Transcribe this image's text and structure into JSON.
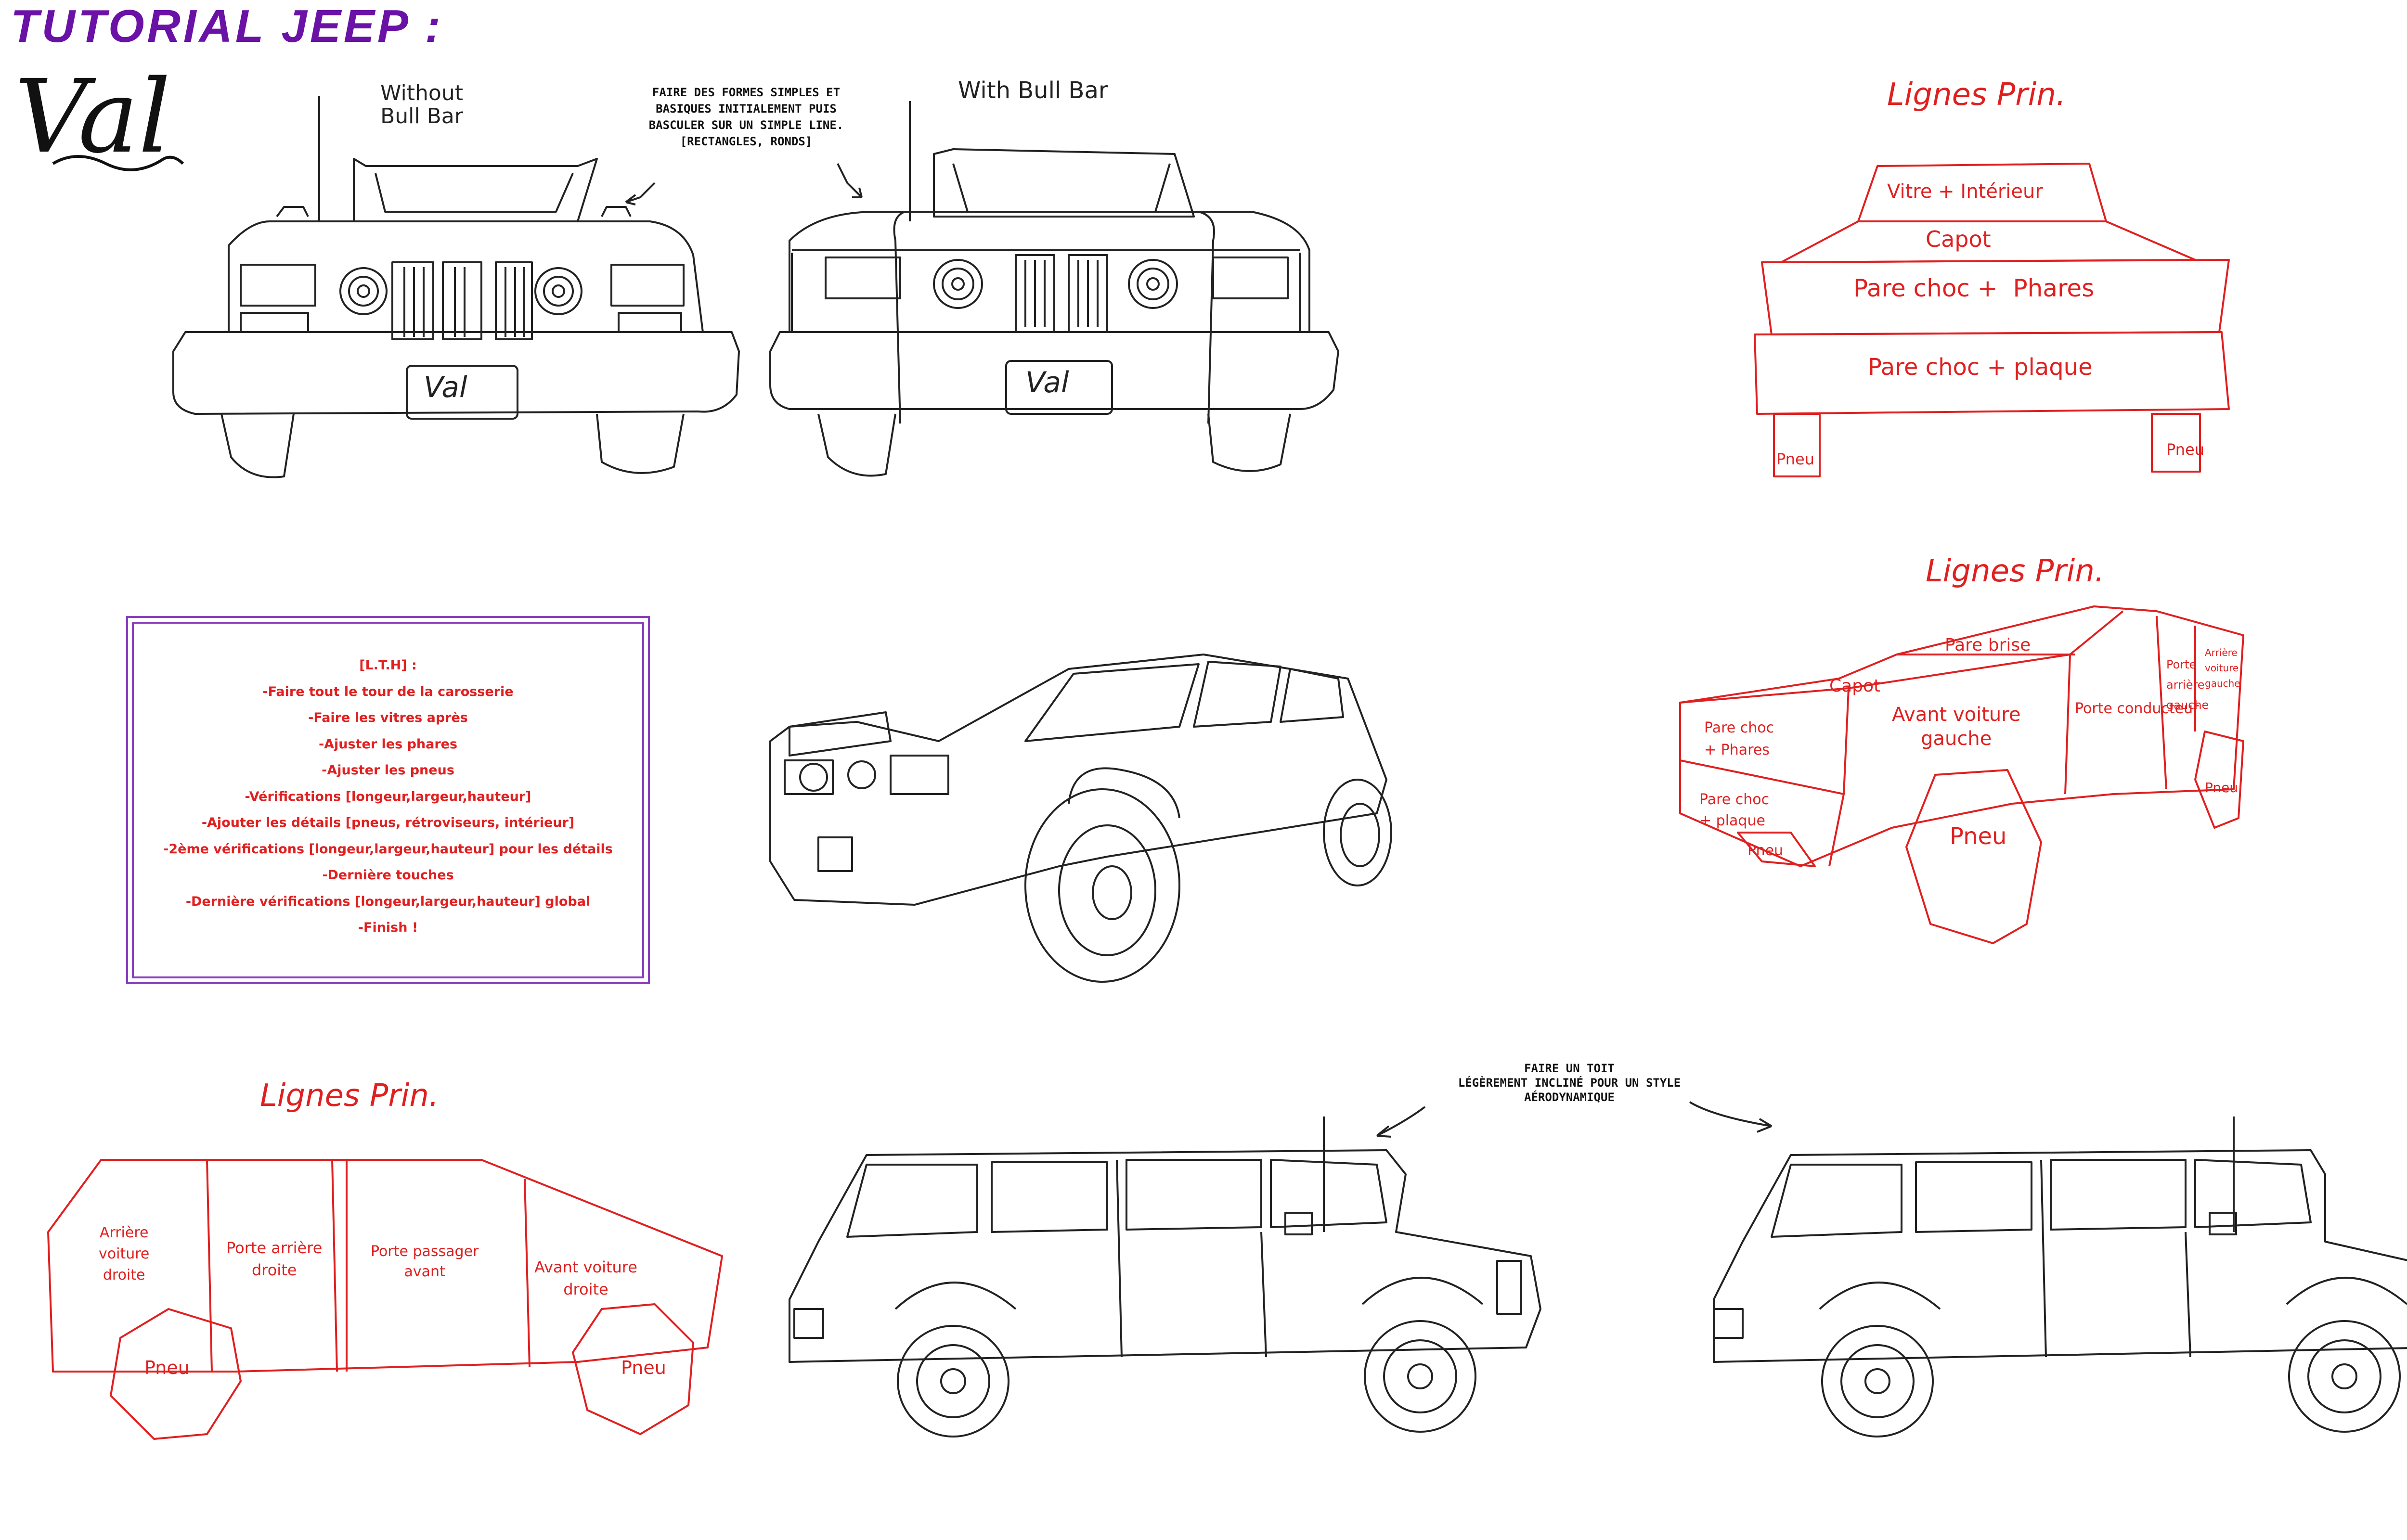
{
  "header": {
    "title": "TUTORIAL JEEP :",
    "signature": "Val"
  },
  "front_views": {
    "without_label": "Without\nBull Bar",
    "with_label": "With Bull Bar",
    "plate_text": "Val",
    "note": "FAIRE DES FORMES SIMPLES ET\nBASIQUES INITIALEMENT PUIS\nBASCULER SUR UN SIMPLE LINE.\n[RECTANGLES, RONDS]"
  },
  "front_schematic": {
    "title": "Lignes Prin.",
    "labels": {
      "vitre": "Vitre + Intérieur",
      "capot": "Capot",
      "pare_choc_phares": "Pare choc +  Phares",
      "pare_choc_plaque": "Pare choc + plaque",
      "pneu_left": "Pneu",
      "pneu_right": "Pneu"
    }
  },
  "checklist": {
    "items": [
      "[L.T.H] :",
      "-Faire tout le tour de la carosserie",
      "-Faire les vitres après",
      "-Ajuster les phares",
      "-Ajuster les pneus",
      "-Vérifications [longeur,largeur,hauteur]",
      "-Ajouter les détails [pneus, rétroviseurs, intérieur]",
      "-2ème vérifications [longeur,largeur,hauteur] pour les détails",
      "-Dernière touches",
      "-Dernière vérifications [longeur,largeur,hauteur] global",
      "-Finish !"
    ]
  },
  "three_quarter_schematic": {
    "title": "Lignes Prin.",
    "labels": {
      "pare_brise": "Pare brise",
      "capot": "Capot",
      "pare_choc_phares": "Pare choc\n+ Phares",
      "avant_voiture_gauche": "Avant voiture\ngauche",
      "porte_conducteur": "Porte conducteur",
      "porte_arriere_gauche": "Porte\narrière\ngauche",
      "arriere_voiture_gauche": "Arrière\nvoiture\ngauche",
      "pare_choc_plaque": "Pare choc\n+ plaque",
      "pneu_front": "Pneu",
      "pneu_main": "Pneu",
      "pneu_rear": "Pneu"
    }
  },
  "side_schematic": {
    "title": "Lignes Prin.",
    "labels": {
      "arriere": "Arrière\nvoiture\ndroite",
      "porte_arriere": "Porte arrière\ndroite",
      "porte_passager": "Porte passager\navant",
      "avant": "Avant voiture\ndroite",
      "pneu_left": "Pneu",
      "pneu_right": "Pneu"
    }
  },
  "side_note": "FAIRE UN TOIT\nLÉGÈREMENT INCLINÉ POUR UN STYLE\nAÉRODYNAMIQUE",
  "colors": {
    "title": "#6a12a6",
    "schematic_red": "#e02020",
    "frame_purple": "#8a3fbf",
    "ink": "#222222"
  }
}
